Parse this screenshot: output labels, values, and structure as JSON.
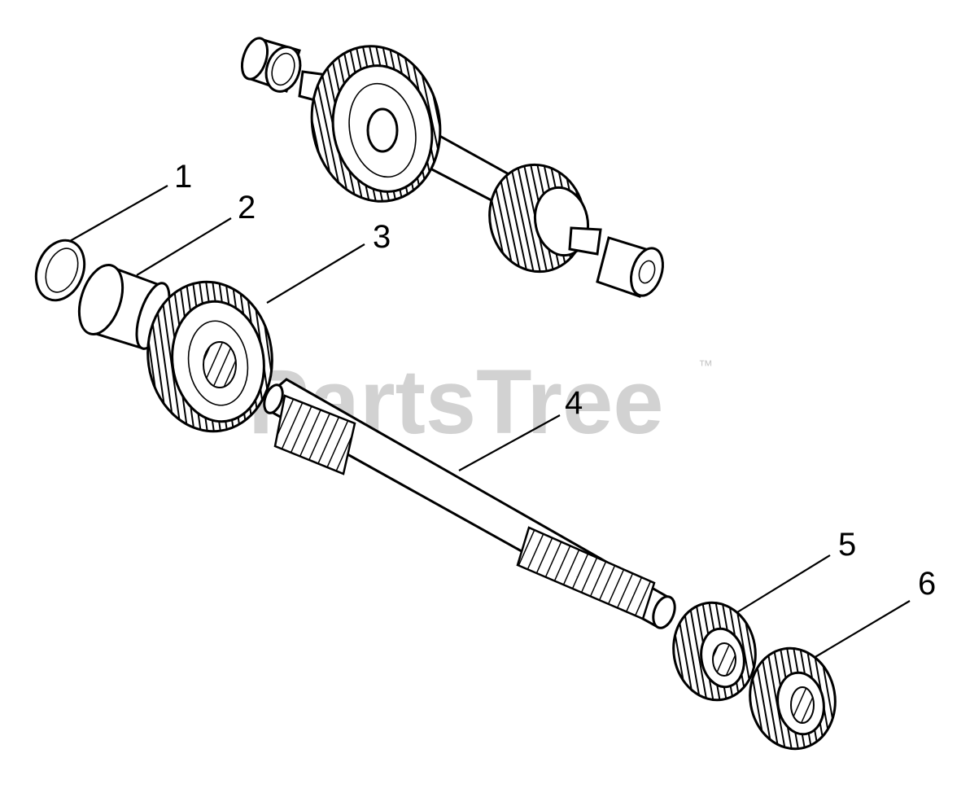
{
  "watermark": {
    "text": "PartsTree",
    "trademark": "™"
  },
  "callouts": [
    {
      "label": "1"
    },
    {
      "label": "2"
    },
    {
      "label": "3"
    },
    {
      "label": "4"
    },
    {
      "label": "5"
    },
    {
      "label": "6"
    }
  ]
}
